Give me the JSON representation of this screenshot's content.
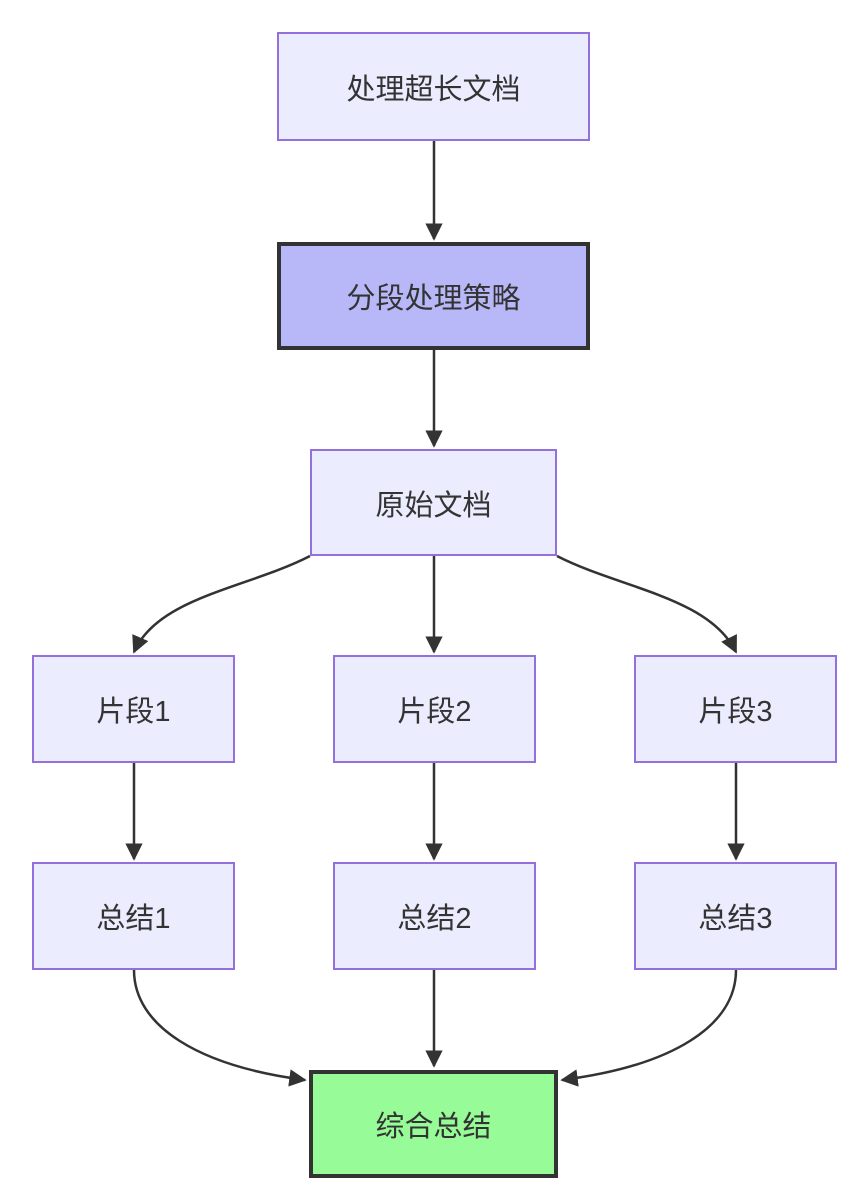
{
  "diagram": {
    "type": "flowchart",
    "direction": "top-down",
    "nodes": {
      "process_long_doc": {
        "label": "处理超长文档",
        "style": "default"
      },
      "segmentation_strategy": {
        "label": "分段处理策略",
        "style": "emphasis"
      },
      "original_doc": {
        "label": "原始文档",
        "style": "default"
      },
      "fragment1": {
        "label": "片段1",
        "style": "default"
      },
      "fragment2": {
        "label": "片段2",
        "style": "default"
      },
      "fragment3": {
        "label": "片段3",
        "style": "default"
      },
      "summary1": {
        "label": "总结1",
        "style": "default"
      },
      "summary2": {
        "label": "总结2",
        "style": "default"
      },
      "summary3": {
        "label": "总结3",
        "style": "default"
      },
      "final_summary": {
        "label": "综合总结",
        "style": "success"
      }
    },
    "edges": [
      {
        "from": "process_long_doc",
        "to": "segmentation_strategy"
      },
      {
        "from": "segmentation_strategy",
        "to": "original_doc"
      },
      {
        "from": "original_doc",
        "to": "fragment1"
      },
      {
        "from": "original_doc",
        "to": "fragment2"
      },
      {
        "from": "original_doc",
        "to": "fragment3"
      },
      {
        "from": "fragment1",
        "to": "summary1"
      },
      {
        "from": "fragment2",
        "to": "summary2"
      },
      {
        "from": "fragment3",
        "to": "summary3"
      },
      {
        "from": "summary1",
        "to": "final_summary"
      },
      {
        "from": "summary2",
        "to": "final_summary"
      },
      {
        "from": "summary3",
        "to": "final_summary"
      }
    ],
    "colors": {
      "background": "#FFFFFF",
      "node_fill": "#ECECFF",
      "node_border": "#9370DB",
      "emphasis_fill": "#B8B8F8",
      "emphasis_border": "#333333",
      "success_fill": "#97FB97",
      "success_border": "#333333",
      "edge": "#333333",
      "text": "#333333"
    }
  }
}
